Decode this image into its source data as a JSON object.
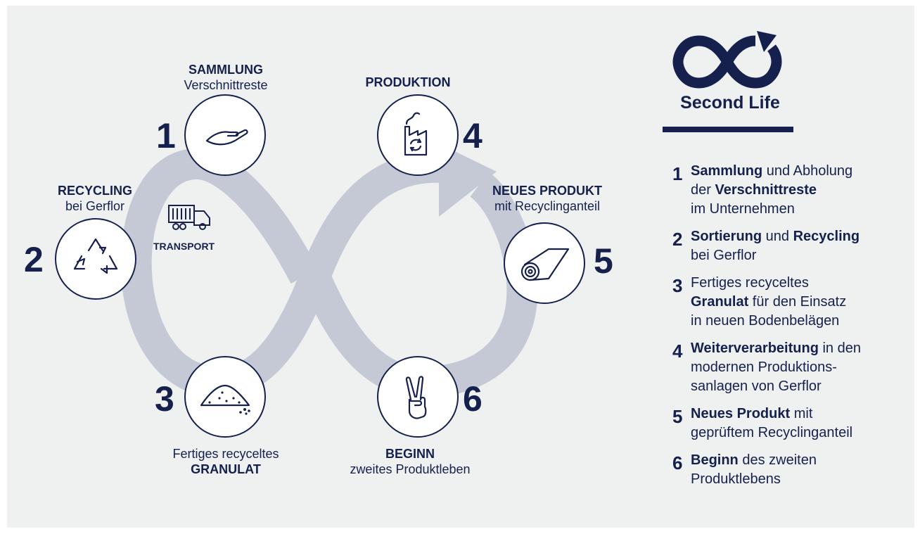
{
  "stages": {
    "s1": {
      "number": "1",
      "title": "SAMMLUNG",
      "subtitle": "Verschnittreste"
    },
    "s2": {
      "number": "2",
      "title": "RECYCLING",
      "subtitle": "bei Gerflor"
    },
    "s3": {
      "number": "3",
      "pre": "Fertiges recyceltes",
      "title": "GRANULAT"
    },
    "s4": {
      "number": "4",
      "title": "PRODUKTION"
    },
    "s5": {
      "number": "5",
      "title": "NEUES PRODUKT",
      "subtitle": "mit Recyclinganteil"
    },
    "s6": {
      "number": "6",
      "title": "BEGINN",
      "subtitle": "zweites Produktleben"
    }
  },
  "transport_label": "TRANSPORT",
  "brand": {
    "name": "Second Life"
  },
  "legend": [
    {
      "number": "1",
      "parts": [
        {
          "b": "Sammlung"
        },
        {
          "t": " und Abholung"
        },
        {
          "br": true
        },
        {
          "t": "der "
        },
        {
          "b": "Verschnittreste"
        },
        {
          "br": true
        },
        {
          "t": "im Unternehmen"
        }
      ]
    },
    {
      "number": "2",
      "parts": [
        {
          "b": "Sortierung"
        },
        {
          "t": " und "
        },
        {
          "b": "Recycling"
        },
        {
          "br": true
        },
        {
          "t": "bei Gerflor"
        }
      ]
    },
    {
      "number": "3",
      "parts": [
        {
          "t": "Fertiges recyceltes"
        },
        {
          "br": true
        },
        {
          "b": "Granulat"
        },
        {
          "t": " für den Einsatz"
        },
        {
          "br": true
        },
        {
          "t": "in neuen Bodenbelägen"
        }
      ]
    },
    {
      "number": "4",
      "parts": [
        {
          "b": "Weiterverarbeitung"
        },
        {
          "t": " in den"
        },
        {
          "br": true
        },
        {
          "t": "modernen Produktions-"
        },
        {
          "br": true
        },
        {
          "t": "sanlagen von Gerflor"
        }
      ]
    },
    {
      "number": "5",
      "parts": [
        {
          "b": "Neues Produkt"
        },
        {
          "t": " mit"
        },
        {
          "br": true
        },
        {
          "t": "geprüftem Recyclinganteil"
        }
      ]
    },
    {
      "number": "6",
      "parts": [
        {
          "b": "Beginn"
        },
        {
          "t": " des zweiten"
        },
        {
          "br": true
        },
        {
          "t": "Produktlebens"
        }
      ]
    }
  ],
  "colors": {
    "navy": "#15204d",
    "loop": "#c4c9d5",
    "background": "#eef1f0"
  }
}
